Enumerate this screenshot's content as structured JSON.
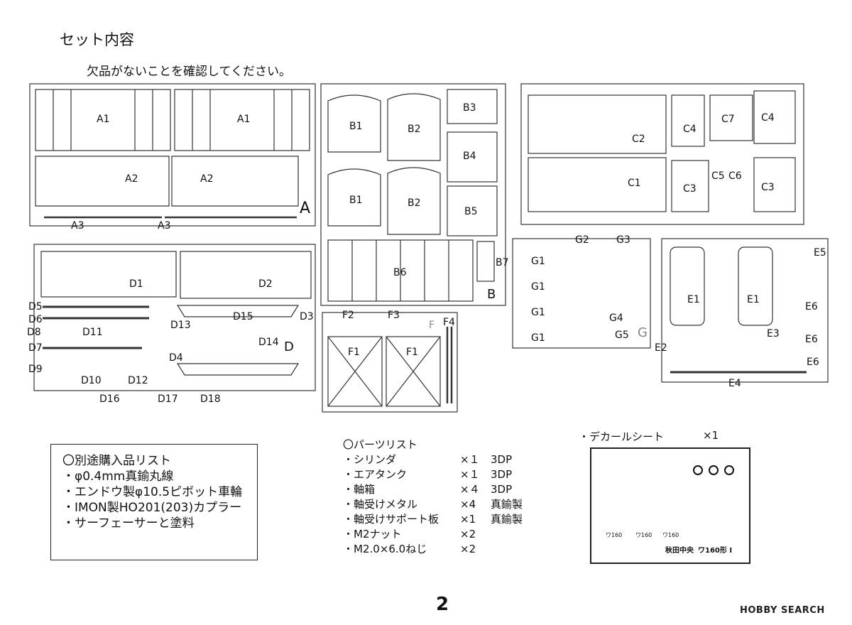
{
  "header": {
    "title": "セット内容",
    "subtitle": "欠品がないことを確認してください。"
  },
  "sprues": {
    "A": {
      "letter": "A",
      "labels": [
        "A1",
        "A1",
        "A2",
        "A2",
        "A3",
        "A3"
      ]
    },
    "B": {
      "letter": "B",
      "labels": [
        "B1",
        "B2",
        "B3",
        "B4",
        "B1",
        "B2",
        "B5",
        "B6",
        "B7"
      ]
    },
    "C": {
      "labels": [
        "C2",
        "C4",
        "C7",
        "C4",
        "C1",
        "C3",
        "C5",
        "C6",
        "C3"
      ]
    },
    "D": {
      "letter": "D",
      "labels": [
        "D1",
        "D2",
        "D3",
        "D4",
        "D5",
        "D6",
        "D7",
        "D8",
        "D9",
        "D10",
        "D11",
        "D12",
        "D13",
        "D14",
        "D15",
        "D16",
        "D17",
        "D18"
      ]
    },
    "F": {
      "letter": "F",
      "labels": [
        "F1",
        "F1",
        "F2",
        "F3",
        "F4"
      ]
    },
    "G": {
      "letter": "G",
      "labels": [
        "G1",
        "G1",
        "G1",
        "G1",
        "G2",
        "G3",
        "G4",
        "G5"
      ]
    },
    "E": {
      "labels": [
        "E1",
        "E1",
        "E2",
        "E3",
        "E4",
        "E5",
        "E6",
        "E6",
        "E6"
      ]
    }
  },
  "purchase_list": {
    "heading": "〇別途購入品リスト",
    "items": [
      "・φ0.4mm真鍮丸線",
      "・エンドウ製φ10.5ピボット車輪",
      "・IMON製HO201(203)カプラー",
      "・サーフェーサーと塗料"
    ]
  },
  "parts_list": {
    "heading": "〇パーツリスト",
    "rows": [
      {
        "name": "・シリンダ",
        "qty": "×１",
        "material": "3DP"
      },
      {
        "name": "・エアタンク",
        "qty": "×１",
        "material": "3DP"
      },
      {
        "name": "・軸箱",
        "qty": "×４",
        "material": "3DP"
      },
      {
        "name": "・軸受けメタル",
        "qty": "×4",
        "material": "真鍮製"
      },
      {
        "name": "・軸受けサポート板",
        "qty": "×1",
        "material": "真鍮製"
      },
      {
        "name": "・M2ナット",
        "qty": "×2",
        "material": ""
      },
      {
        "name": "・M2.0×6.0ねじ",
        "qty": "×2",
        "material": ""
      }
    ]
  },
  "decal": {
    "label": "・デカールシート",
    "qty": "×1",
    "texts": [
      "秋田中央",
      "ワ160形 I",
      "ワ160",
      "ワ160",
      "ワ160"
    ]
  },
  "page_number": "2",
  "watermark": "HOBBY SEARCH"
}
